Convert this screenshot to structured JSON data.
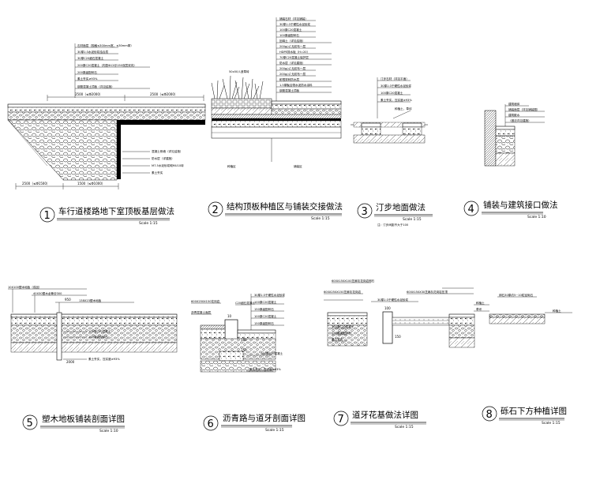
{
  "details": [
    {
      "num": "1",
      "title": "车行道楼路地下室顶板基层做法",
      "scale": "Scale 1:15",
      "labels": [
        "石材面层（规格≤300mm宽，≤30mm厚）",
        "30厚1:3水泥砂浆结合层",
        "30厚C20细石混凝土",
        "200厚C20混凝土（内配Φ12@150双层双向）",
        "200厚级配碎石",
        "素土夯实≥93%",
        "钢筋混凝土顶板（详见结施）"
      ],
      "lower_labels": [
        "混凝土侧墙（详见结施）",
        "防水层（详建施）",
        "M7.5水泥砂浆砌MU10砖",
        "素土夯实"
      ],
      "dims_top": [
        "2500（≤Φ2000）",
        "2500（≤Φ2000）"
      ],
      "dims_bottom": [
        "2500（≤Φ1500）",
        "1500（≤Φ1000）"
      ]
    },
    {
      "num": "2",
      "title": "结构顶板种植区与铺装交接做法",
      "scale": "Scale 1:15",
      "top_note": "50x50人造草砖",
      "labels": [
        "铺装石材（详见铺装）",
        "30厚1:3干硬性水泥砂浆",
        "100厚C20混凝土",
        "100厚级配碎石",
        "回填土（详见结施）",
        "200g/㎡ 无纺布一层",
        "HDPE排水板（H=20）",
        "70厚C20混凝土保护层",
        "防水层（详见建施）",
        "200g/㎡ 无纺布一层",
        "200g/㎡ 无纺布一层",
        "耐根穿刺防水层",
        "1.5厚聚合物水泥防水涂料",
        "钢筋混凝土顶板"
      ],
      "bottom_labels": [
        "种植区",
        "铺装区"
      ]
    },
    {
      "num": "3",
      "title": "汀步地面做法",
      "scale": "Scale 1:15",
      "note": "注：汀步间距不大于100",
      "labels": [
        "汀步石材（详见平面）",
        "30厚1:3干硬性水泥砂浆",
        "100厚C20混凝土",
        "素土夯实，压实度≥93%"
      ],
      "side_label": "种植土，草坪"
    },
    {
      "num": "4",
      "title": "铺装与建筑接口做法",
      "scale": "Scale 1:10",
      "labels": [
        "建筑墙体",
        "铺装面层（详见铺装图）",
        "建筑散水",
        "（做法详见建施）"
      ]
    },
    {
      "num": "5",
      "title": "塑木地板铺装剖面详图",
      "scale": "Scale 1:10",
      "labels": [
        "10X100塑木地板（成品）",
        "40X30塑木龙骨@300",
        "138X23塑木地板",
        "100厚C20混凝土",
        "150厚级配碎石",
        "素土夯实，压实度≥93%"
      ],
      "dims": [
        "950",
        "2000"
      ]
    },
    {
      "num": "6",
      "title": "沥青路与道牙剖面详图",
      "scale": "Scale 1:15",
      "labels": [
        "600X250X150花岗岩",
        "沥青混凝土面层",
        "C20细石混凝土",
        "30厚1:3干硬性水泥砂浆",
        "100厚C20混凝土",
        "150厚级配碎石",
        "100厚C20混凝土",
        "150厚级配碎石",
        "100厚C20混凝土",
        "素土夯实，压实度≥93%"
      ],
      "dims": [
        "10",
        "150",
        "150"
      ]
    },
    {
      "num": "7",
      "title": "道牙花基做法详图",
      "scale": "Scale 1:15",
      "labels": [
        "600X150X100芝麻灰花岗岩侧石",
        "600X250X150芝麻灰花岗岩",
        "30厚1:3干硬性水泥砂浆",
        "100厚C20混凝土",
        "150厚级配碎石",
        "素土夯实",
        "600X150X30芝麻灰花岗岩压顶",
        "种植土",
        "草坪"
      ],
      "dims": [
        "100",
        "150"
      ]
    },
    {
      "num": "8",
      "title": "砾石下方种植详图",
      "scale": "Scale 1:15",
      "labels": [
        "卵石30厚约5~10粒径砾石",
        "种植土"
      ]
    }
  ]
}
